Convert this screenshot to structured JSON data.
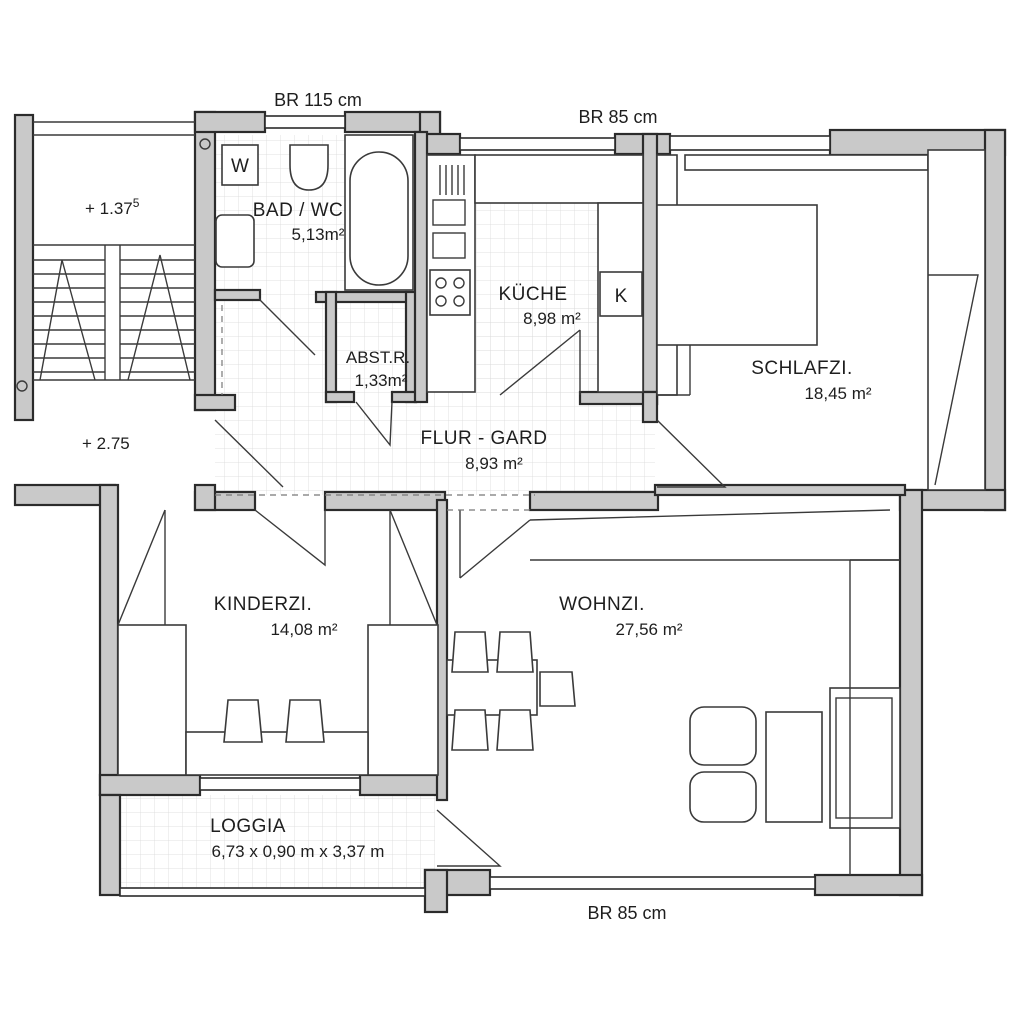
{
  "dimensions": {
    "top_left": "BR 115 cm",
    "top_right": "BR 85 cm",
    "bottom": "BR 85 cm"
  },
  "stair_levels": {
    "upper": "1.37",
    "upper_sup": "5",
    "lower": "2.75"
  },
  "rooms": {
    "bad": {
      "name": "BAD / WC",
      "area": "5,13m²"
    },
    "kueche": {
      "name": "KÜCHE",
      "area": "8,98 m²"
    },
    "abst": {
      "name": "ABST.R.",
      "area": "1,33m²"
    },
    "flur": {
      "name": "FLUR - GARD",
      "area": "8,93 m²"
    },
    "schlafzi": {
      "name": "SCHLAFZI.",
      "area": "18,45 m²"
    },
    "kinderzi": {
      "name": "KINDERZI.",
      "area": "14,08 m²"
    },
    "wohnzi": {
      "name": "WOHNZI.",
      "area": "27,56 m²"
    },
    "loggia": {
      "name": "LOGGIA",
      "area": "6,73 x 0,90 m x 3,37 m"
    }
  },
  "fixtures": {
    "washer_label": "W",
    "fridge_label": "K"
  }
}
